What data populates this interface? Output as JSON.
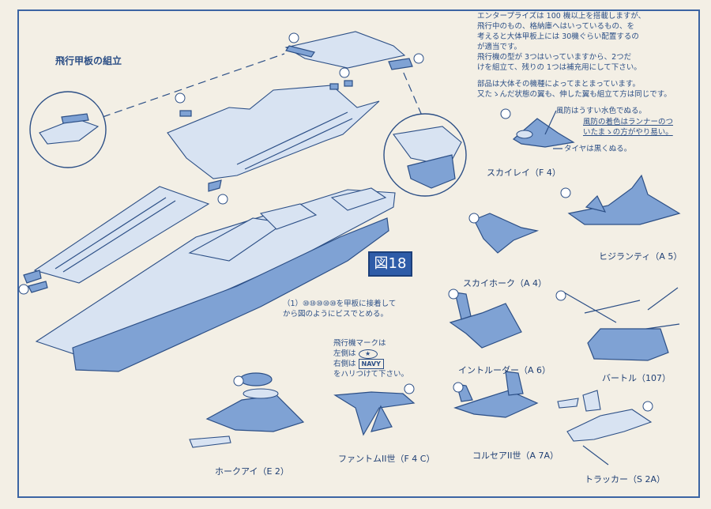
{
  "section_title": "飛行甲板の組立",
  "intro_lines": [
    "エンタープライズは 100 機以上を搭載しますが、",
    "飛行中のもの、格納庫へはいっているもの、を",
    "考えると大体甲板上には 30機ぐらい配置するの",
    "が適当です。",
    "飛行機の型が 3つはいっていますから、2つだ",
    "けを組立て、残りの 1つは補充用にして下さい。"
  ],
  "parts_lines": [
    "部品は大体その機種によってまとまっています。",
    "又たゝんだ状態の翼も、伸した翼も組立て方は同じです。"
  ],
  "figure_label": "図18",
  "instruction_lines": [
    "（1）⑩⑩⑩⑩⑩を甲板に接着して",
    "から図のようにビスでとめる。"
  ],
  "marks_lines": {
    "line1": "飛行機マークは",
    "left": "左側は",
    "right": "右側は",
    "navy": "NAVY",
    "line4": "をハリつけて下さい。"
  },
  "notes": {
    "canopy": "風防はうすい水色でぬる。",
    "runner_line1": "風防の着色はランナーのつ",
    "runner_line2": "いたまゝの方がやり易い。",
    "tire": "タイヤは黒くぬる。"
  },
  "aircraft_labels": {
    "skyray": "スカイレイ（F 4）",
    "vigilante": "ヒジランティ（A 5）",
    "skyhawk": "スカイホーク（A 4）",
    "intruder": "イントルーダー（A 6）",
    "vertol": "バートル（107）",
    "hawkeye": "ホークアイ（E 2）",
    "phantom": "ファントムII世（F 4 C）",
    "corsair": "コルセアII世（A 7A）",
    "tracker": "トラッカー（S 2A）"
  },
  "colors": {
    "ink": "#2c4f86",
    "paper": "#f3efe5",
    "fill": "#7fa2d4",
    "badge": "#2e5ca8"
  }
}
